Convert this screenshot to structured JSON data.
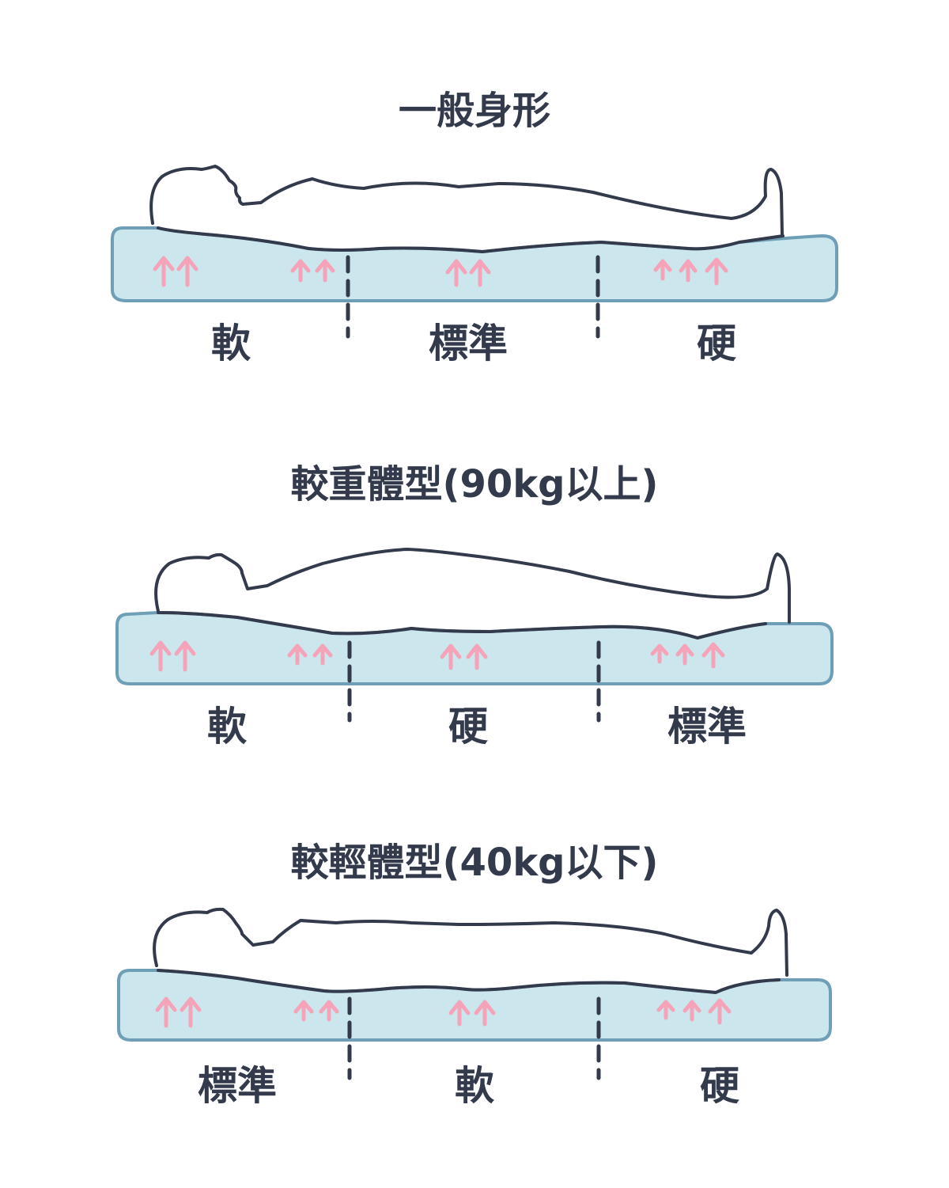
{
  "colors": {
    "outline": "#323a4b",
    "mattress_fill": "#cce6ee",
    "mattress_border": "#6e9fb6",
    "arrow": "#f4a3b9",
    "background": "#ffffff"
  },
  "icons": [
    "human-body-outline",
    "pressure-arrow",
    "dashed-divider"
  ],
  "panels": [
    {
      "title": "一般身形",
      "zones": [
        "軟",
        "標準",
        "硬"
      ],
      "arrow_groups": [
        2,
        2,
        2,
        3
      ]
    },
    {
      "title": "較重體型(90kg以上)",
      "zones": [
        "軟",
        "硬",
        "標準"
      ],
      "arrow_groups": [
        2,
        2,
        2,
        3
      ]
    },
    {
      "title": "較輕體型(40kg以下)",
      "zones": [
        "標準",
        "軟",
        "硬"
      ],
      "arrow_groups": [
        2,
        2,
        2,
        3
      ]
    }
  ]
}
